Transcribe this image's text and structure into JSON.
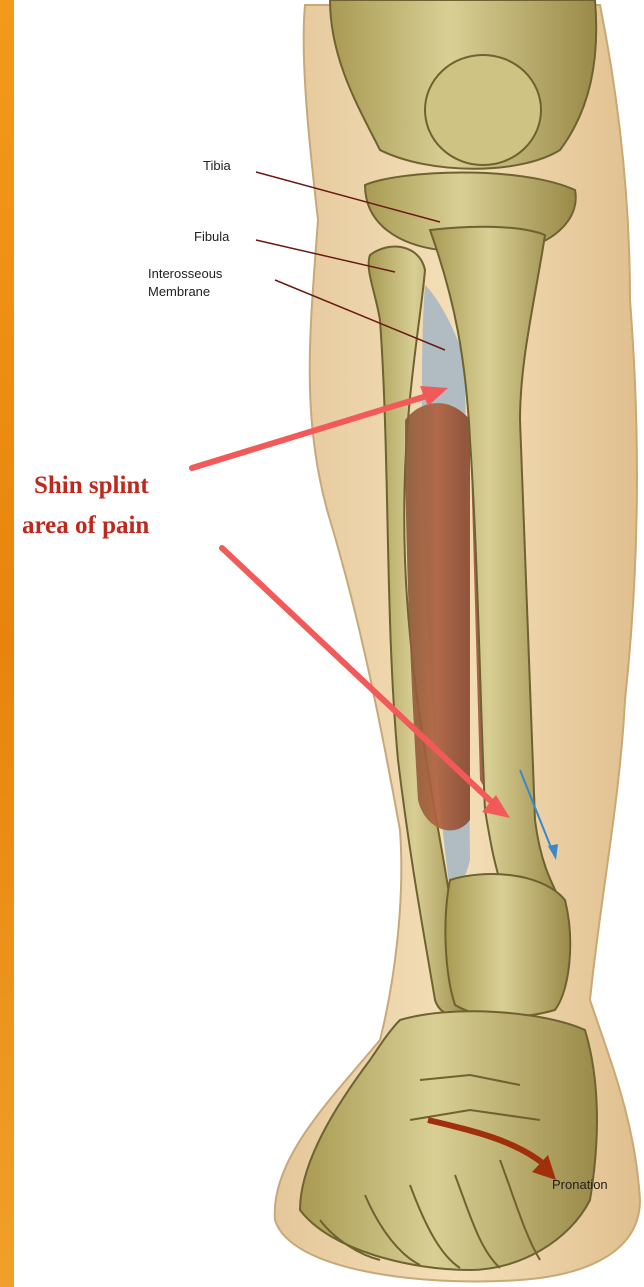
{
  "labels": {
    "tibia": "Tibia",
    "fibula": "Fibula",
    "interosseous_line1": "Interosseous",
    "interosseous_line2": "Membrane",
    "pronation": "Pronation"
  },
  "callout": {
    "line1": "Shin splint",
    "line2": "area of pain"
  },
  "colors": {
    "side_bar": "#f0901a",
    "callout_text": "#c0281e",
    "pointer_arrow": "#f25a5a",
    "leader_line": "#6b1a14",
    "pronation_arrow": "#a0300c",
    "small_arrow": "#3a88c8"
  }
}
